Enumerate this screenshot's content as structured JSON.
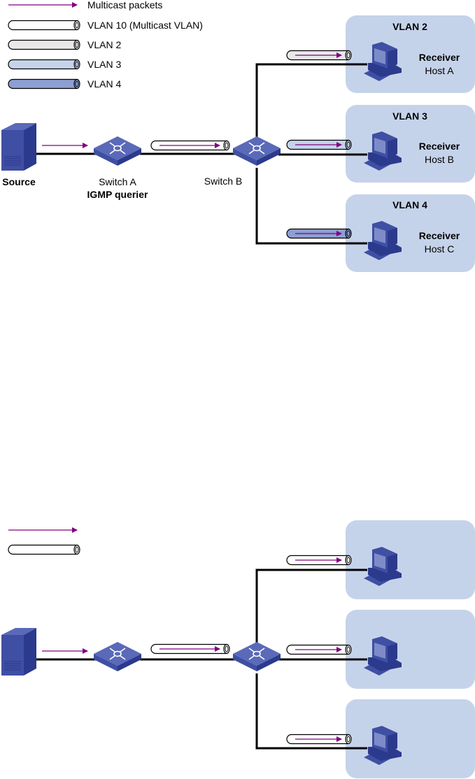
{
  "colors": {
    "arrow": "#800080",
    "link": "#000000",
    "vlan_box": "#c5d3ea",
    "device_dark": "#2b3a8c",
    "device_mid": "#3f4fa3",
    "device_light": "#5a6ab8",
    "pipe_vlan10": "#ffffff",
    "pipe_vlan2": "#e8e8e8",
    "pipe_vlan3": "#c5d3ea",
    "pipe_vlan4": "#8d9fd3"
  },
  "top_diagram": {
    "legend": [
      {
        "icon": "arrow-icon",
        "label": "Multicast packets"
      },
      {
        "icon": "pipe-icon",
        "fill": "pipe_vlan10",
        "label": "VLAN 10 (Multicast VLAN)"
      },
      {
        "icon": "pipe-icon",
        "fill": "pipe_vlan2",
        "label": "VLAN 2"
      },
      {
        "icon": "pipe-icon",
        "fill": "pipe_vlan3",
        "label": "VLAN 3"
      },
      {
        "icon": "pipe-icon",
        "fill": "pipe_vlan4",
        "label": "VLAN 4"
      }
    ],
    "source": {
      "label": "Source"
    },
    "switch_a": {
      "label": "Switch A",
      "role": "IGMP querier"
    },
    "switch_b": {
      "label": "Switch B"
    },
    "vlans": [
      {
        "title": "VLAN 2",
        "role": "Receiver",
        "host": "Host A",
        "pipe": "pipe_vlan2"
      },
      {
        "title": "VLAN 3",
        "role": "Receiver",
        "host": "Host B",
        "pipe": "pipe_vlan3"
      },
      {
        "title": "VLAN 4",
        "role": "Receiver",
        "host": "Host C",
        "pipe": "pipe_vlan4"
      }
    ]
  },
  "bottom_diagram": {
    "legend": [
      {
        "icon": "arrow-icon",
        "label": ""
      },
      {
        "icon": "pipe-icon",
        "fill": "pipe_vlan10",
        "label": ""
      }
    ],
    "vlans": [
      {
        "title": "",
        "pipe": "pipe_vlan10"
      },
      {
        "title": "",
        "pipe": "pipe_vlan10"
      },
      {
        "title": "",
        "pipe": "pipe_vlan10"
      }
    ]
  }
}
